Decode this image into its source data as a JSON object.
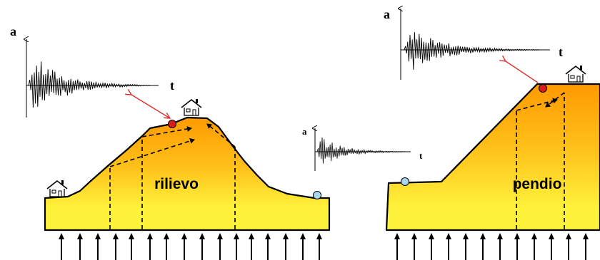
{
  "landforms": {
    "hill_label": "rilievo",
    "slope_label": "pendio"
  },
  "seismograms": {
    "left_axis_y": "a",
    "left_axis_x": "t",
    "middle_axis_y": "a",
    "middle_axis_x": "t",
    "right_axis_y": "a",
    "right_axis_x": "t"
  },
  "colors": {
    "ground_base": "#fff23a",
    "ground_peak": "#ff9a00",
    "outline": "#000000",
    "amplification_point": "#d81c1c",
    "reference_point": "#a9d6ee",
    "pointer_arrow": "#e03030"
  },
  "icons": {
    "house": "house-icon",
    "input_arrows": "up-arrow-icon",
    "measure_point": "circle-marker-icon"
  }
}
